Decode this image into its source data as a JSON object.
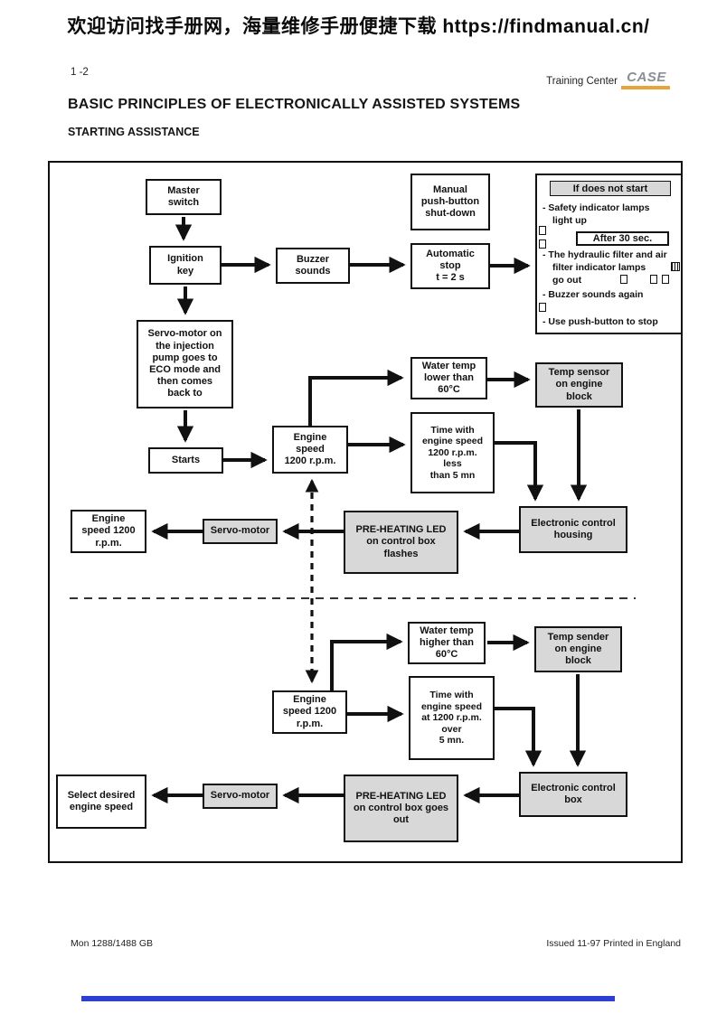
{
  "banner": {
    "text_cn": "欢迎访问找手册网，海量维修手册便捷下载",
    "url": "https://findmanual.cn/"
  },
  "header": {
    "page_number": "1 -2",
    "training_center": "Training Center",
    "brand": "CASE",
    "title": "BASIC PRINCIPLES OF ELECTRONICALLY ASSISTED SYSTEMS",
    "subtitle": "STARTING ASSISTANCE"
  },
  "colors": {
    "node_gray_fill": "#d8d8d8",
    "line_black": "#111111",
    "brand_text_gray": "#8a8f96",
    "brand_underline_gold": "#e8a33c",
    "bottom_bar_blue": "#2c3fd0"
  },
  "diagram": {
    "nodes": {
      "master_switch": {
        "label": "Master\nswitch"
      },
      "ignition_key": {
        "label": "Ignition\nkey"
      },
      "buzzer_sounds": {
        "label": "Buzzer\nsounds"
      },
      "manual_shutdown": {
        "label": "Manual\npush-button\nshut-down"
      },
      "automatic_stop": {
        "label": "Automatic\nstop\nt = 2 s"
      },
      "servo_eco": {
        "label": "Servo-motor on\nthe injection\npump goes to\nECO mode and\nthen comes\nback to"
      },
      "starts": {
        "label": "Starts"
      },
      "engine_speed_top": {
        "label": "Engine\nspeed\n1200 r.p.m."
      },
      "water_temp_low": {
        "label": "Water temp\nlower than\n60°C"
      },
      "temp_sensor": {
        "label": "Temp sensor\non engine\nblock"
      },
      "time_less_5mn": {
        "label": "Time with\nengine speed\n1200 r.p.m.\nless\nthan 5 mn"
      },
      "ecu_housing": {
        "label": "Electronic control\nhousing"
      },
      "preheat_flashes": {
        "label": "PRE-HEATING LED\non control box\nflashes"
      },
      "servo_motor_upper": {
        "label": "Servo-motor"
      },
      "engine_speed_left": {
        "label": "Engine\nspeed 1200\nr.p.m."
      },
      "engine_speed_lower": {
        "label": "Engine\nspeed 1200\nr.p.m."
      },
      "water_temp_high": {
        "label": "Water temp\nhigher than\n60°C"
      },
      "temp_sender": {
        "label": "Temp sender\non engine\nblock"
      },
      "time_over_5mn": {
        "label": "Time with\nengine speed\nat 1200 r.p.m.\nover\n5 mn."
      },
      "ecu_box": {
        "label": "Electronic control\nbox"
      },
      "preheat_goes_out": {
        "label": "PRE-HEATING LED\non control box goes\nout"
      },
      "servo_motor_lower": {
        "label": "Servo-motor"
      },
      "select_speed": {
        "label": "Select desired\nengine speed"
      }
    },
    "if_does_not_start": {
      "header": "If does not start",
      "line1": "- Safety indicator lamps",
      "line2": "light up",
      "after30": "After 30 sec.",
      "line3": "- The hydraulic filter and air",
      "line4": "filter indicator lamps",
      "line5": "go out",
      "line6": "- Buzzer sounds again",
      "line7": "- Use push-button to stop"
    }
  },
  "footer": {
    "left": "Mon 1288/1488 GB",
    "right": "Issued 11-97  Printed in England"
  }
}
